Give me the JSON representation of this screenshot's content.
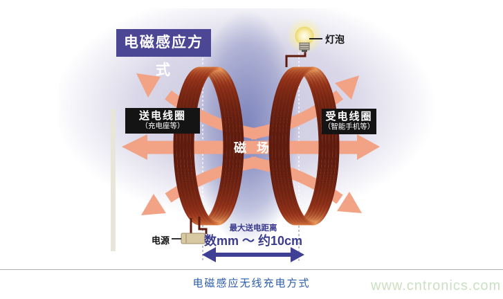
{
  "figure": {
    "title": "电磁感应方式",
    "bulb": {
      "label": "灯泡"
    },
    "transmit_coil": {
      "label": "送电线圈",
      "sublabel": "（充电座等）"
    },
    "receive_coil": {
      "label": "受电线圈",
      "sublabel": "（智能手机等）"
    },
    "magnetic_field_label": "磁 场",
    "power_label": "电源",
    "distance": {
      "label": "最大送电距离",
      "range": "数mm ～ 约10cm"
    },
    "colors": {
      "arrow_salmon": "#F2A285",
      "coil_copper": "#93321A",
      "field_band_purple": "#7680BA",
      "title_bg": "#4C4795",
      "label_bg": "#141414",
      "distance_navy": "#3B3B8E",
      "caption_blue": "#2B5CAB",
      "watermark_green": "#CBE0C3"
    }
  },
  "caption": "电磁感应无线充电方式",
  "watermark": "www.cntronics.com"
}
